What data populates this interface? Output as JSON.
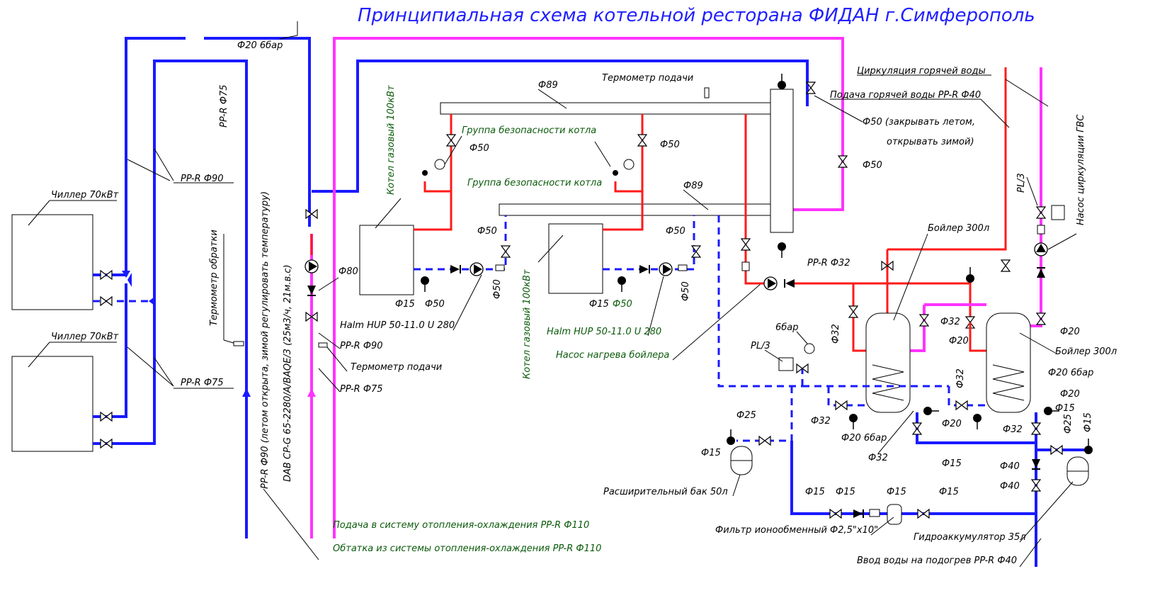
{
  "title": "Принципиальная схема котельной ресторана ФИДАН г.Симферополь",
  "labels": {
    "chiller1": "Чиллер 70кВт",
    "chiller2": "Чиллер 70кВт",
    "pprr75_top": "PP-R Ф75",
    "pprr90_left": "PP-R Ф90",
    "pprr75_left": "PP-R Ф75",
    "thermo_return": "Термометр обратки",
    "ppr90_summer": "PP-R Ф90 (летом открыта, зимой регулировать температуру)",
    "dab_pump": "DAB CP-G 65-2280/A/BAQE/3 (25м3/ч, 21м.в.с)",
    "f20_6bar_top": "Ф20 6бар",
    "f80": "Ф80",
    "ppr90_mid": "PP-R Ф90",
    "thermo_supply_low": "Термометр подачи",
    "ppr75_mid": "PP-R Ф75",
    "supply_main": "Подача в систему отопления-охлаждения PP-R Ф110",
    "return_main": "Обтатка из системы отопления-охлаждения PP-R Ф110",
    "boiler1": "Котел газовый 100кВт",
    "boiler2": "Котел газовый 100кВт",
    "f89_top": "Ф89",
    "f89_mid": "Ф89",
    "thermo_supply_top": "Термометр подачи",
    "safety1": "Группа безопасности котла",
    "safety2": "Группа безопасности котла",
    "f50_a": "Ф50",
    "f50_b": "Ф50",
    "f50_c": "Ф50",
    "f50_d": "Ф50",
    "f50_e": "Ф50",
    "f50_f": "Ф50",
    "f50_g": "Ф50",
    "f50_h": "Ф50",
    "f50_right": "Ф50",
    "f15_a": "Ф15",
    "f15_b": "Ф15",
    "halm1": "Halm HUP 50-11.0 U 280",
    "halm2": "Halm HUP 50-11.0 U 280",
    "pump_boiler": "Насос нагрева бойлера",
    "hot_circ": "Циркуляция горячей воды",
    "hot_supply": "Подача горячей воды PP-R Ф40",
    "f50_summer": "Ф50 (закрывать летом,",
    "f50_winter": "открывать зимой)",
    "pl3_top": "PL/3",
    "pump_gvs": "Насос циркуляции ГВС",
    "boiler300_a": "Бойлер 300л",
    "boiler300_b": "Бойлер 300л",
    "ppr32": "PP-R Ф32",
    "f32_a": "Ф32",
    "f32_b": "Ф32",
    "f32_c": "Ф32",
    "f32_d": "Ф32",
    "f32_e": "Ф32",
    "f32_f": "Ф32",
    "f20_a": "Ф20",
    "f20_b": "Ф20",
    "f20_c": "Ф20",
    "f20_d": "Ф20",
    "f20_6bar_a": "Ф20 6бар",
    "f20_6bar_b": "Ф20 6бар",
    "bar6": "6бар",
    "pl3_mid": "PL/3",
    "f25_a": "Ф25",
    "f25_b": "Ф25",
    "f15_c": "Ф15",
    "f15_d": "Ф15",
    "f15_e": "Ф15",
    "f15_f": "Ф15",
    "f15_g": "Ф15",
    "f15_h": "Ф15",
    "f15_i": "Ф15",
    "f15_j": "Ф15",
    "f40_a": "Ф40",
    "f40_b": "Ф40",
    "exp_tank": "Расширительный бак 50л",
    "filter": "Фильтр ионообменный Ф2,5\"х10\"",
    "accum": "Гидроаккумулятор 35л",
    "water_in": "Ввод воды на подогрев PP-R Ф40"
  },
  "colors": {
    "cold": "#1a1aff",
    "hot": "#ff1a1a",
    "hot_water": "#ff33ff",
    "title": "#2020ff",
    "green_text": "#0a5a0a"
  }
}
